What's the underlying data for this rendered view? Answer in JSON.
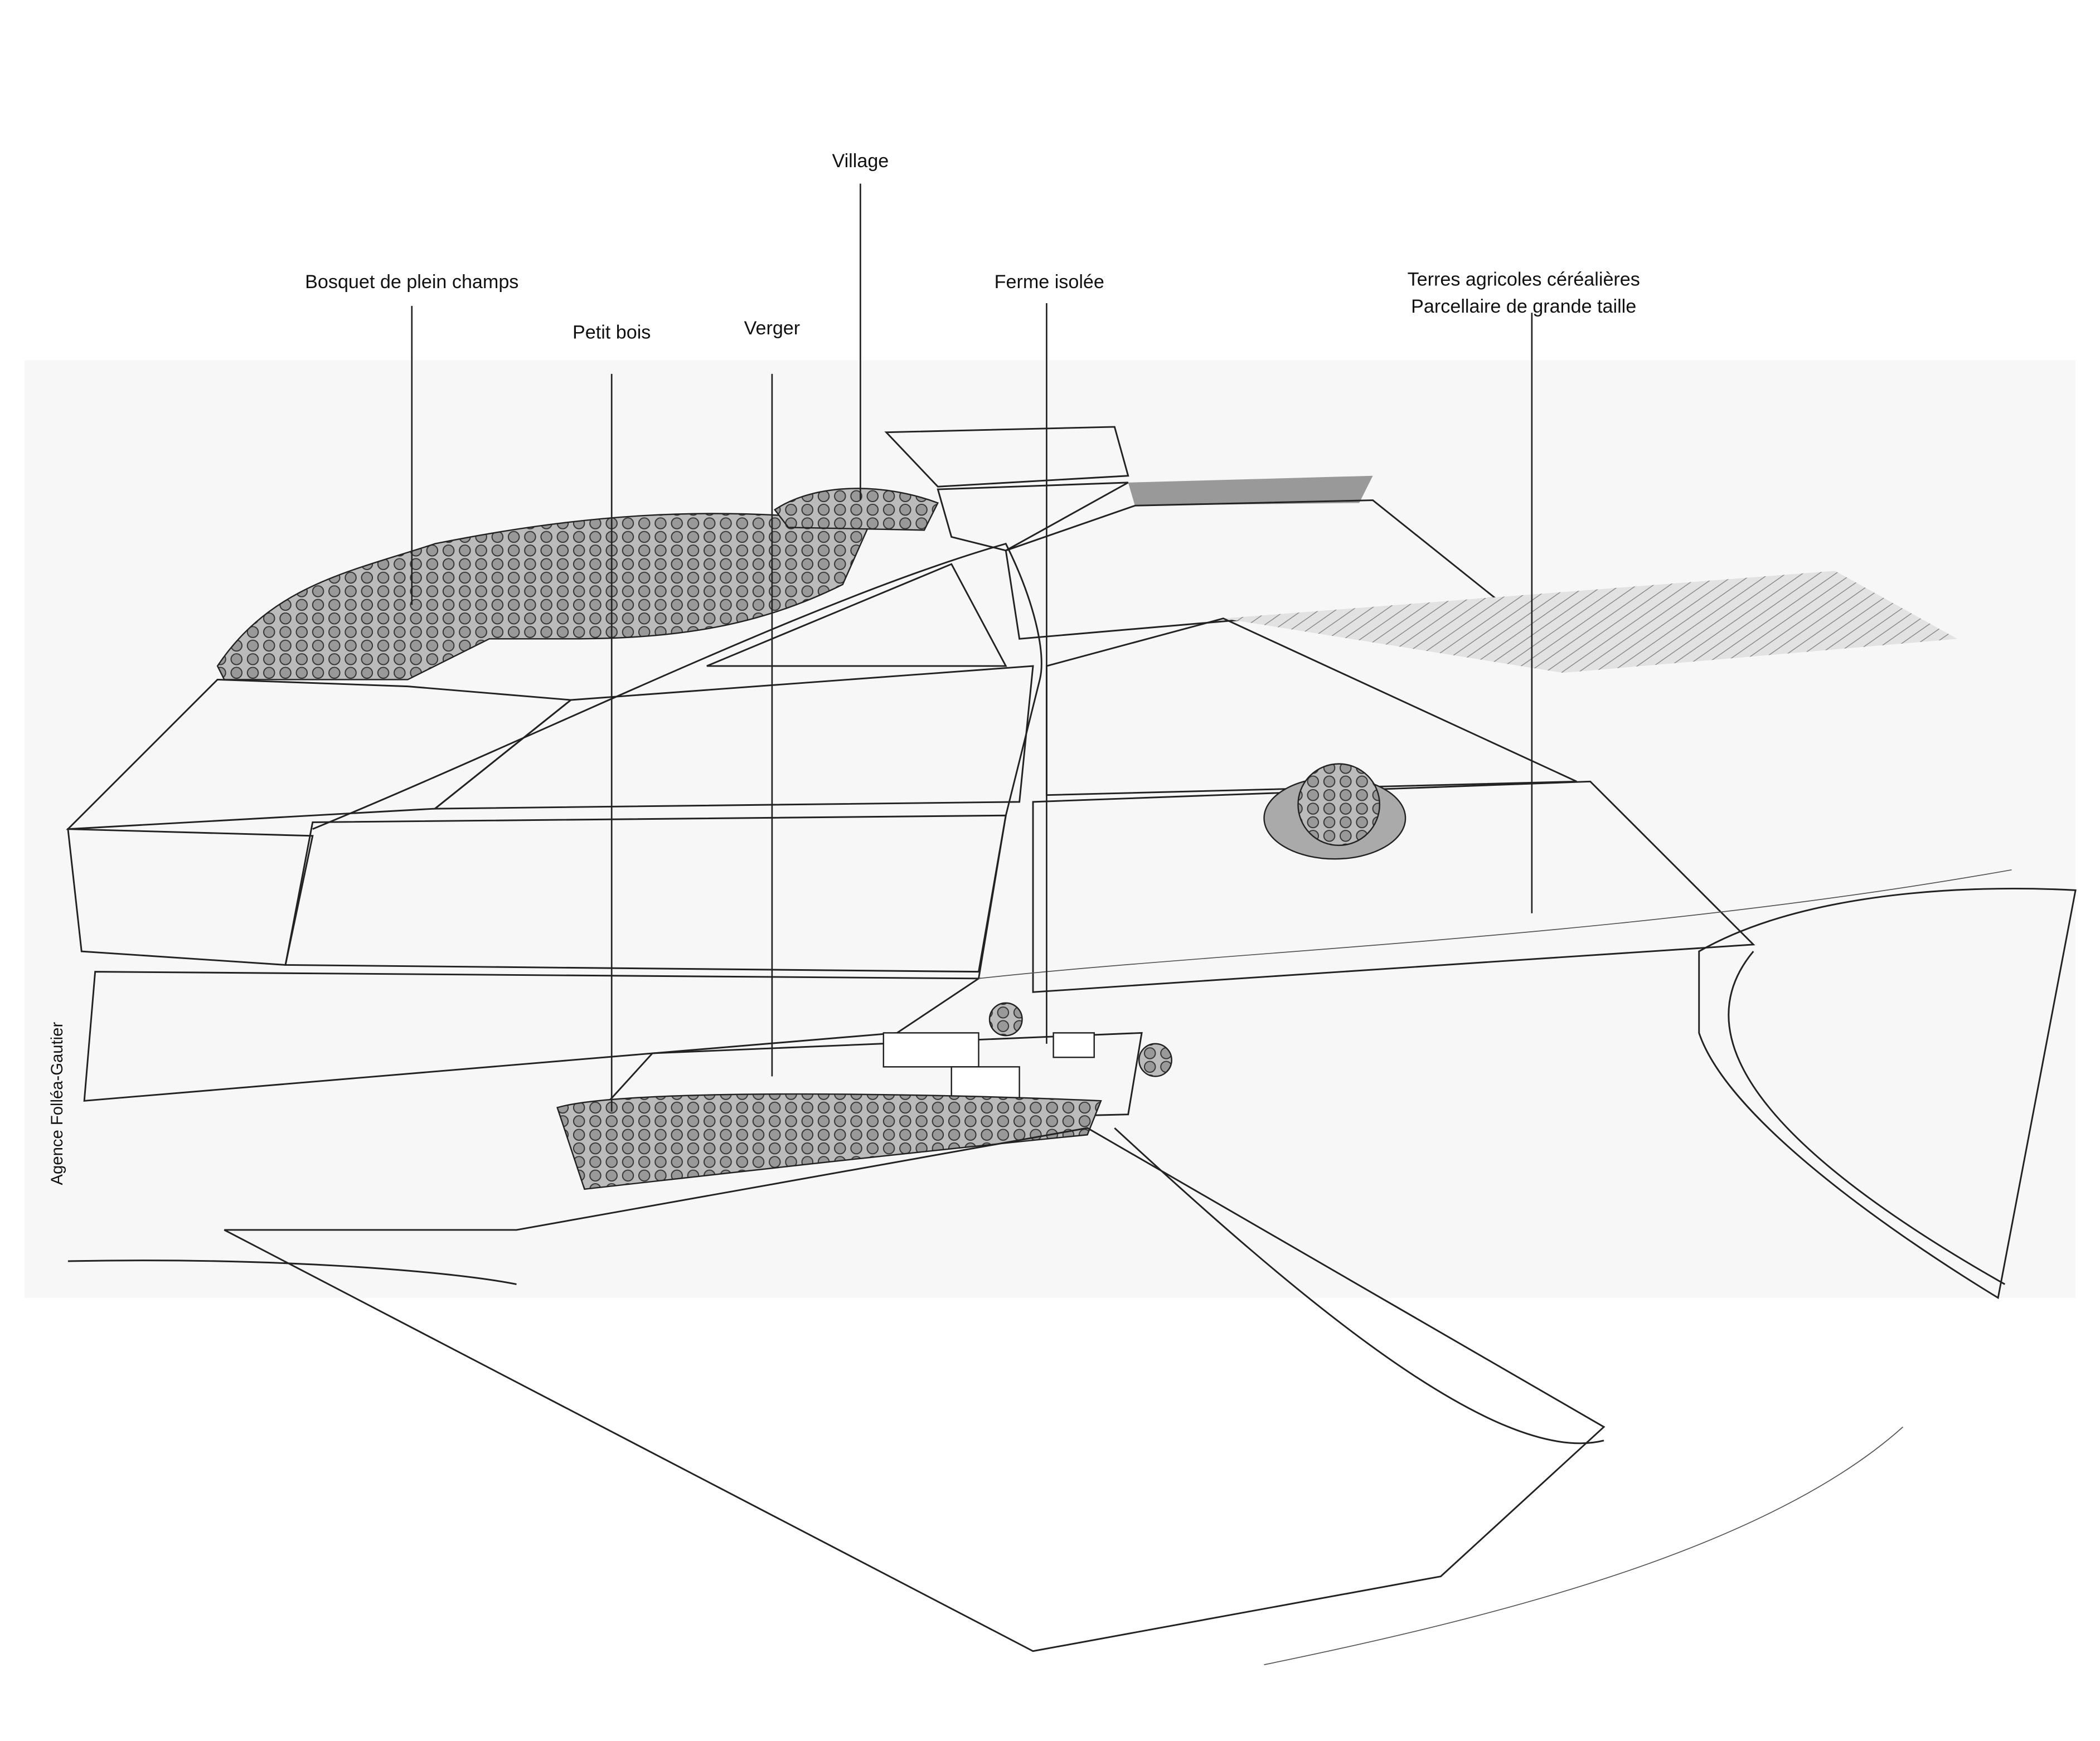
{
  "title": "Landscape sketch — open-field cereal plain",
  "labels": {
    "village": "Village",
    "bosquet": "Bosquet de plein champs",
    "petit_bois": "Petit bois",
    "verger": "Verger",
    "ferme": "Ferme isolée",
    "terres_line1": "Terres agricoles céréalières",
    "terres_line2": "Parcellaire de grande taille"
  },
  "credit": "Agence Folléa-Gautier",
  "colors": {
    "ink": "#222222",
    "paper": "#ffffff",
    "shade": "#bdbdbd"
  }
}
